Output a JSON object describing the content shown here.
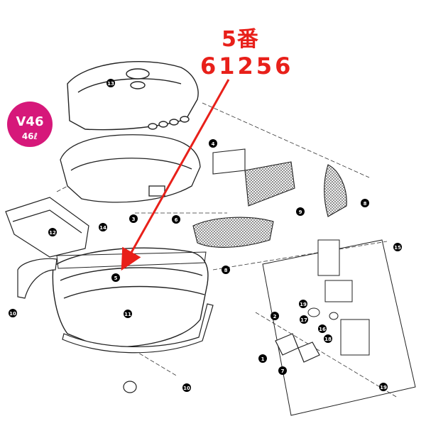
{
  "callout": {
    "part_label": "5番",
    "part_code": "61256",
    "arrow_color": "#e8201a"
  },
  "badge": {
    "model": "V46",
    "capacity": "46ℓ",
    "color": "#d6187a"
  },
  "part_numbers": {
    "p1": "1",
    "p2": "2",
    "p3": "3",
    "p4": "4",
    "p5": "5",
    "p6": "6",
    "p7": "7",
    "p8a": "8",
    "p8b": "8",
    "p9": "9",
    "p10a": "10",
    "p10b": "10",
    "p11": "11",
    "p12": "12",
    "p13": "13",
    "p14": "14",
    "p15": "15",
    "p16": "16",
    "p17": "17",
    "p18": "18",
    "p19a": "19",
    "p19b": "19"
  }
}
